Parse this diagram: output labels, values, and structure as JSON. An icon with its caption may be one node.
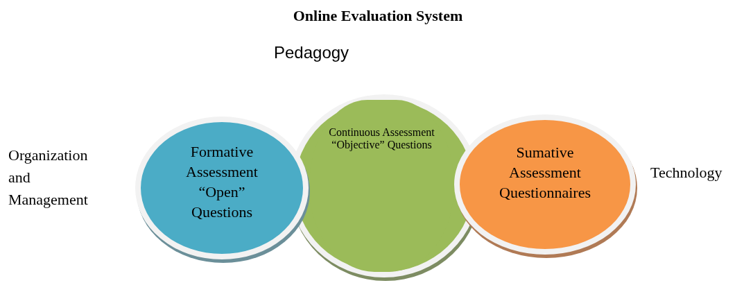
{
  "diagram": {
    "title": "Online Evaluation System",
    "nodes": [
      {
        "text": [
          "Formative Assessment “Open” Questions"
        ]
      },
      {
        "text": [
          "Continuous Assessment “Objective” Questions"
        ]
      },
      {
        "text": [
          "Sumative Assessment Questionnaires"
        ]
      }
    ],
    "labels": [
      "Pedagogy",
      "Organization and Management",
      "Technology"
    ]
  }
}
